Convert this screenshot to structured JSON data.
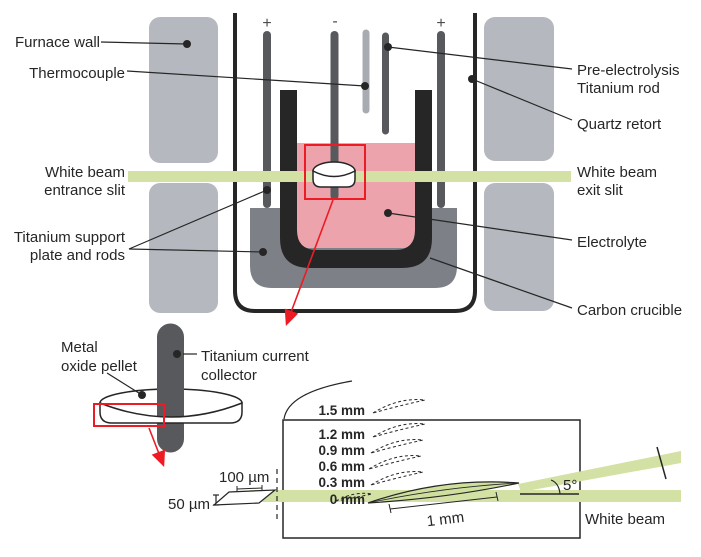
{
  "title": "Electro-deoxidation furnace and white-beam diffraction geometry diagram",
  "colors": {
    "beam": "#d3e1a5",
    "lens_fill": "#cfdf9e",
    "electrolyte": "#eda3ac",
    "furnace_wall": "#b5b8be",
    "support_plate": "#7d8187",
    "electrode": "#58595d",
    "thermocouple_rod": "#a8acb2",
    "outline": "#262626",
    "highlight": "#ed1c24"
  },
  "furnace": {
    "labels": {
      "furnace_wall": "Furnace wall",
      "thermocouple": "Thermocouple",
      "beam_entrance_1": "White beam",
      "beam_entrance_2": "entrance slit",
      "ti_support_1": "Titanium support",
      "ti_support_2": "plate and rods",
      "pre_electrolysis_1": "Pre-electrolysis",
      "pre_electrolysis_2": "Titanium rod",
      "quartz_retort": "Quartz retort",
      "beam_exit_1": "White beam",
      "beam_exit_2": "exit slit",
      "electrolyte": "Electrolyte",
      "carbon_crucible": "Carbon crucible",
      "anode_left": "+",
      "cathode": "-",
      "anode_right": "+"
    }
  },
  "pellet_detail": {
    "labels": {
      "metal_oxide_1": "Metal",
      "metal_oxide_2": "oxide pellet",
      "collector_1": "Titanium current",
      "collector_2": "collector"
    }
  },
  "beam_detail": {
    "offsets": [
      "1.5 mm",
      "1.2 mm",
      "0.9 mm",
      "0.6 mm",
      "0.3 mm",
      "0 mm"
    ],
    "thickness": "50 µm",
    "width": "100 µm",
    "length": "1 mm",
    "angle": "5°",
    "white_beam": "White beam"
  }
}
